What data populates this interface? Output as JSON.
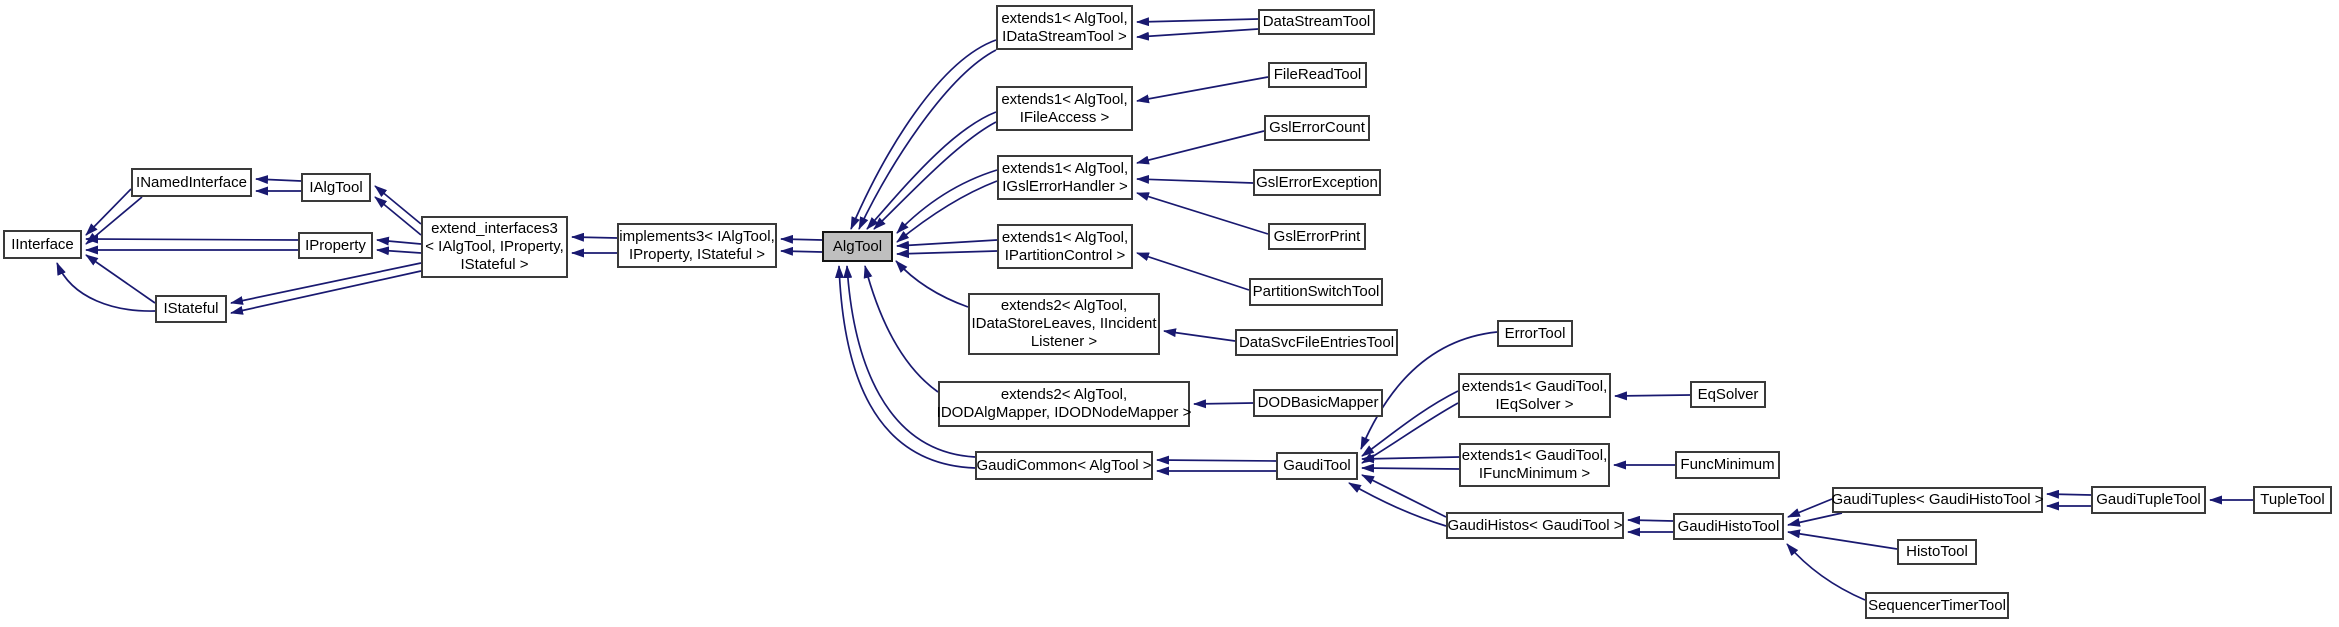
{
  "diagram": {
    "type": "inheritance-graph",
    "main_class": "AlgTool",
    "colors": {
      "background": "#ffffff",
      "edge": "#191970",
      "node_fill": "#ffffff",
      "node_border": "#3a3a3a",
      "highlight_fill": "#bfbfbf"
    },
    "nodes": {
      "iinterface": {
        "label": "IInterface"
      },
      "inamedinterface": {
        "label": "INamedInterface"
      },
      "ialgtool": {
        "label": "IAlgTool"
      },
      "iproperty": {
        "label": "IProperty"
      },
      "istateful": {
        "label": "IStateful"
      },
      "extif3": {
        "label": "extend_interfaces3\n< IAlgTool, IProperty,\nIStateful >"
      },
      "impl3": {
        "label": "implements3< IAlgTool,\nIProperty, IStateful >"
      },
      "algtool": {
        "label": "AlgTool"
      },
      "ext1_datastream": {
        "label": "extends1< AlgTool,\nIDataStreamTool >"
      },
      "datastreamtool": {
        "label": "DataStreamTool"
      },
      "ext1_fileaccess": {
        "label": "extends1< AlgTool,\nIFileAccess >"
      },
      "filereadtool": {
        "label": "FileReadTool"
      },
      "gslerrorcount": {
        "label": "GslErrorCount"
      },
      "ext1_gslerrorhandler": {
        "label": "extends1< AlgTool,\nIGslErrorHandler >"
      },
      "gslerrorexception": {
        "label": "GslErrorException"
      },
      "gslerrorprint": {
        "label": "GslErrorPrint"
      },
      "ext1_partitioncontrol": {
        "label": "extends1< AlgTool,\nIPartitionControl >"
      },
      "partitionswitchtool": {
        "label": "PartitionSwitchTool"
      },
      "ext2_datastoreleaves": {
        "label": "extends2< AlgTool,\nIDataStoreLeaves, IIncident\nListener >"
      },
      "datasvcfileentriestool": {
        "label": "DataSvcFileEntriesTool"
      },
      "ext2_dodmapper": {
        "label": "extends2< AlgTool,\nIDODAlgMapper, IDODNodeMapper >"
      },
      "dodbasicmapper": {
        "label": "DODBasicMapper"
      },
      "gaudicommon": {
        "label": "GaudiCommon< AlgTool >"
      },
      "gauditool": {
        "label": "GaudiTool"
      },
      "errortool": {
        "label": "ErrorTool"
      },
      "ext1_eqsolver": {
        "label": "extends1< GaudiTool,\nIEqSolver >"
      },
      "eqsolver": {
        "label": "EqSolver"
      },
      "ext1_funcminimum": {
        "label": "extends1< GaudiTool,\nIFuncMinimum >"
      },
      "funcminimum": {
        "label": "FuncMinimum"
      },
      "gaudihistos": {
        "label": "GaudiHistos< GaudiTool >"
      },
      "gaudihistotool": {
        "label": "GaudiHistoTool"
      },
      "gaudituples": {
        "label": "GaudiTuples< GaudiHistoTool >"
      },
      "gauditupletool": {
        "label": "GaudiTupleTool"
      },
      "tupletool": {
        "label": "TupleTool"
      },
      "histotool": {
        "label": "HistoTool"
      },
      "sequencertimertool": {
        "label": "SequencerTimerTool"
      }
    },
    "edges": [
      {
        "from": "inamedinterface",
        "to": "iinterface",
        "lines": 2
      },
      {
        "from": "iproperty",
        "to": "iinterface",
        "lines": 2
      },
      {
        "from": "istateful",
        "to": "iinterface",
        "lines": 2
      },
      {
        "from": "ialgtool",
        "to": "inamedinterface",
        "lines": 2
      },
      {
        "from": "extif3",
        "to": "ialgtool",
        "lines": 2
      },
      {
        "from": "extif3",
        "to": "iproperty",
        "lines": 2
      },
      {
        "from": "extif3",
        "to": "istateful",
        "lines": 2
      },
      {
        "from": "impl3",
        "to": "extif3",
        "lines": 2
      },
      {
        "from": "algtool",
        "to": "impl3",
        "lines": 2
      },
      {
        "from": "ext1_datastream",
        "to": "algtool",
        "lines": 2
      },
      {
        "from": "ext1_fileaccess",
        "to": "algtool",
        "lines": 2
      },
      {
        "from": "ext1_gslerrorhandler",
        "to": "algtool",
        "lines": 2
      },
      {
        "from": "ext1_partitioncontrol",
        "to": "algtool",
        "lines": 2
      },
      {
        "from": "ext2_datastoreleaves",
        "to": "algtool",
        "lines": 1
      },
      {
        "from": "ext2_dodmapper",
        "to": "algtool",
        "lines": 1
      },
      {
        "from": "gaudicommon",
        "to": "algtool",
        "lines": 2
      },
      {
        "from": "datastreamtool",
        "to": "ext1_datastream",
        "lines": 2
      },
      {
        "from": "filereadtool",
        "to": "ext1_fileaccess",
        "lines": 1
      },
      {
        "from": "gslerrorcount",
        "to": "ext1_gslerrorhandler",
        "lines": 1
      },
      {
        "from": "gslerrorexception",
        "to": "ext1_gslerrorhandler",
        "lines": 1
      },
      {
        "from": "gslerrorprint",
        "to": "ext1_gslerrorhandler",
        "lines": 1
      },
      {
        "from": "partitionswitchtool",
        "to": "ext1_partitioncontrol",
        "lines": 1
      },
      {
        "from": "datasvcfileentriestool",
        "to": "ext2_datastoreleaves",
        "lines": 1
      },
      {
        "from": "dodbasicmapper",
        "to": "ext2_dodmapper",
        "lines": 1
      },
      {
        "from": "gauditool",
        "to": "gaudicommon",
        "lines": 2
      },
      {
        "from": "errortool",
        "to": "gauditool",
        "lines": 1
      },
      {
        "from": "ext1_eqsolver",
        "to": "gauditool",
        "lines": 2
      },
      {
        "from": "ext1_funcminimum",
        "to": "gauditool",
        "lines": 2
      },
      {
        "from": "gaudihistos",
        "to": "gauditool",
        "lines": 2
      },
      {
        "from": "eqsolver",
        "to": "ext1_eqsolver",
        "lines": 1
      },
      {
        "from": "funcminimum",
        "to": "ext1_funcminimum",
        "lines": 1
      },
      {
        "from": "gaudihistotool",
        "to": "gaudihistos",
        "lines": 2
      },
      {
        "from": "gaudituples",
        "to": "gaudihistotool",
        "lines": 2
      },
      {
        "from": "histotool",
        "to": "gaudihistotool",
        "lines": 1
      },
      {
        "from": "sequencertimertool",
        "to": "gaudihistotool",
        "lines": 1
      },
      {
        "from": "gauditupletool",
        "to": "gaudituples",
        "lines": 2
      },
      {
        "from": "tupletool",
        "to": "gauditupletool",
        "lines": 1
      }
    ]
  }
}
